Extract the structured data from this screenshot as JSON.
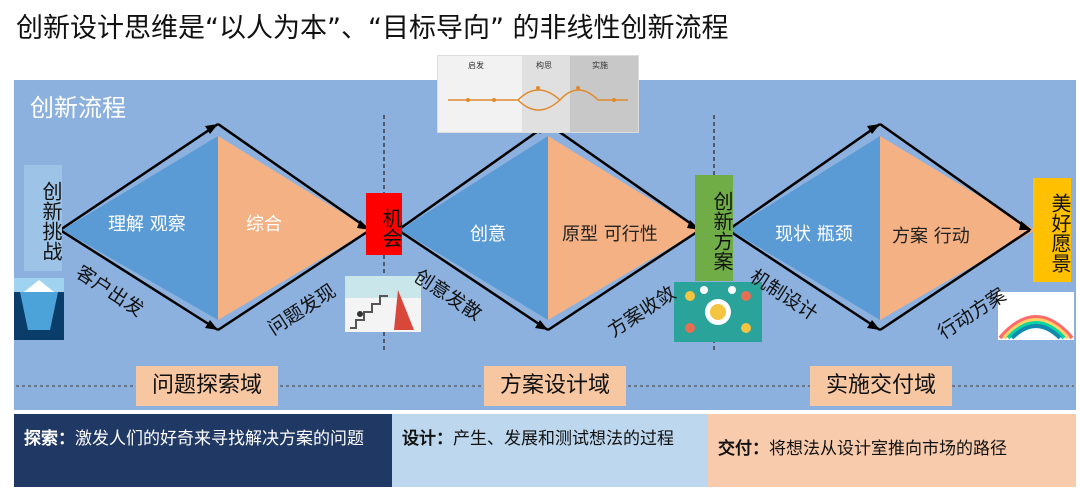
{
  "title": "创新设计思维是“以人为本”、“目标导向” 的非线性创新流程",
  "panel": {
    "title": "创新流程"
  },
  "stages": {
    "start": "创新挑战",
    "gate1": "机会",
    "gate2": "创新方案",
    "end": "美好愿景"
  },
  "triangles": {
    "t1_left": "理解  观察",
    "t1_right": "综合",
    "t2_left": "创意",
    "t2_right": "原型  可行性",
    "t3_left": "现状  瓶颈",
    "t3_right": "方案   行动"
  },
  "slants": {
    "s1": "客户出发",
    "s2": "问题发现",
    "s3": "创意发散",
    "s4": "方案收敛",
    "s5": "机制设计",
    "s6": "行动方案"
  },
  "domains": {
    "d1": "问题探索域",
    "d2": "方案设计域",
    "d3": "实施交付域"
  },
  "inset": {
    "h1": "启发",
    "h2": "构思",
    "h3": "实施"
  },
  "definitions": {
    "explore_key": "探索：",
    "explore_text": "激发人们的好奇来寻找解决方案的问题",
    "design_key": "设计：",
    "design_text": "产生、发展和测试想法的过程",
    "deliver_key": "交付：",
    "deliver_text": "将想法从设计室推向市场的路径"
  },
  "colors": {
    "panel": "#8db1de",
    "triangle_blue": "#5b9bd5",
    "triangle_orange": "#f4b183",
    "gate_red": "#ff0000",
    "gate_green": "#70ad47",
    "end_yellow": "#ffc000",
    "start_blue": "#9dc3e6",
    "domain_box": "#f7c7a2",
    "def_dark": "#203864",
    "def_mid": "#bdd7ee",
    "def_light": "#f8cbad"
  }
}
